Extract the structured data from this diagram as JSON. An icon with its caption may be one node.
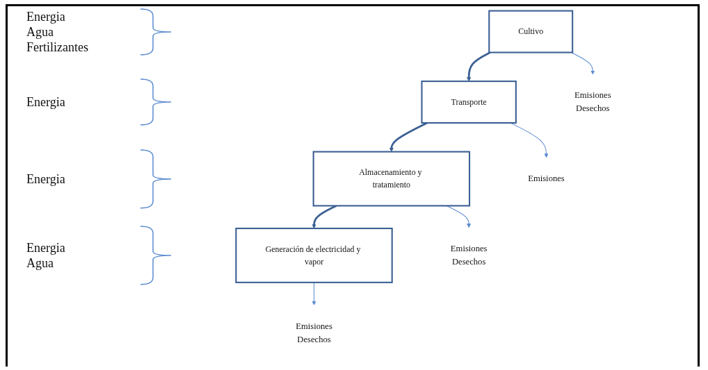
{
  "diagram": {
    "nodes": [
      {
        "text": [
          "Cultivo"
        ]
      },
      {
        "text": [
          "Transporte"
        ]
      },
      {
        "text": [
          "Almacenamiento y tratamiento"
        ]
      },
      {
        "text": [
          "Generación de electricidad y vapor"
        ]
      },
      {
        "text": [
          "Emisiones",
          "Desechos"
        ]
      },
      {
        "text": [
          "Emisiones"
        ]
      },
      {
        "text": [
          "Emisiones",
          "Desechos"
        ]
      },
      {
        "text": [
          "Emisiones",
          "Desechos"
        ]
      }
    ],
    "edges": [
      {
        "from": 0,
        "to": 1,
        "arrow": "to",
        "style": "thick",
        "color": "#3c6094"
      },
      {
        "from": 1,
        "to": 2,
        "arrow": "to",
        "style": "thick",
        "color": "#3c6094"
      },
      {
        "from": 2,
        "to": 3,
        "arrow": "to",
        "style": "thick",
        "color": "#3c6094"
      },
      {
        "from": 0,
        "to": 4,
        "arrow": "to"
      },
      {
        "from": 1,
        "to": 5,
        "arrow": "to"
      },
      {
        "from": 2,
        "to": 6,
        "arrow": "to"
      },
      {
        "from": 3,
        "to": 7,
        "arrow": "to"
      }
    ],
    "labels": [
      "Energia",
      "Agua",
      "Fertilizantes",
      "Energia",
      "Energia",
      "Energia",
      "Agua"
    ]
  }
}
